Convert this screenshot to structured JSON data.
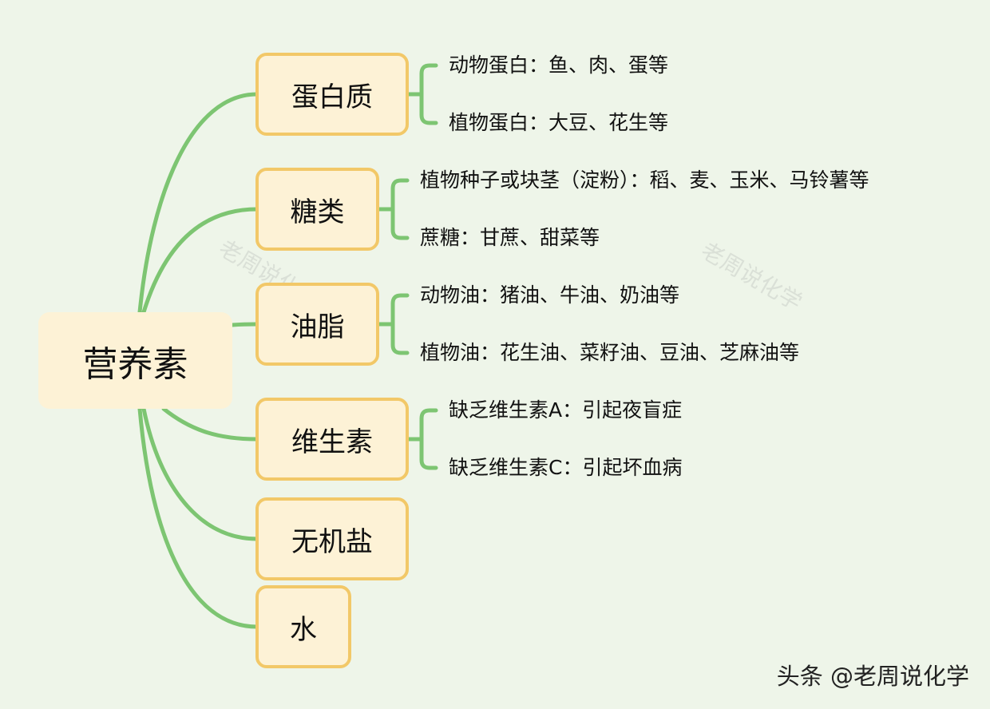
{
  "root": {
    "label": "营养素"
  },
  "branches": [
    {
      "label": "蛋白质",
      "items": [
        "动物蛋白：鱼、肉、蛋等",
        "植物蛋白：大豆、花生等"
      ]
    },
    {
      "label": "糖类",
      "items": [
        "植物种子或块茎（淀粉）：稻、麦、玉米、马铃薯等",
        "蔗糖：甘蔗、甜菜等"
      ]
    },
    {
      "label": "油脂",
      "items": [
        "动物油：猪油、牛油、奶油等",
        "植物油：花生油、菜籽油、豆油、芝麻油等"
      ]
    },
    {
      "label": "维生素",
      "items": [
        "缺乏维生素A：引起夜盲症",
        "缺乏维生素C：引起坏血病"
      ]
    },
    {
      "label": "无机盐",
      "items": []
    },
    {
      "label": "水",
      "items": []
    }
  ],
  "watermarks": [
    "老周说化学",
    "老周说化学"
  ],
  "credit": "头条 @老周说化学",
  "colors": {
    "background": "#EEF5E9",
    "node_fill": "#FDF2D6",
    "node_border": "#F2C868",
    "connector": "#7DC572"
  }
}
